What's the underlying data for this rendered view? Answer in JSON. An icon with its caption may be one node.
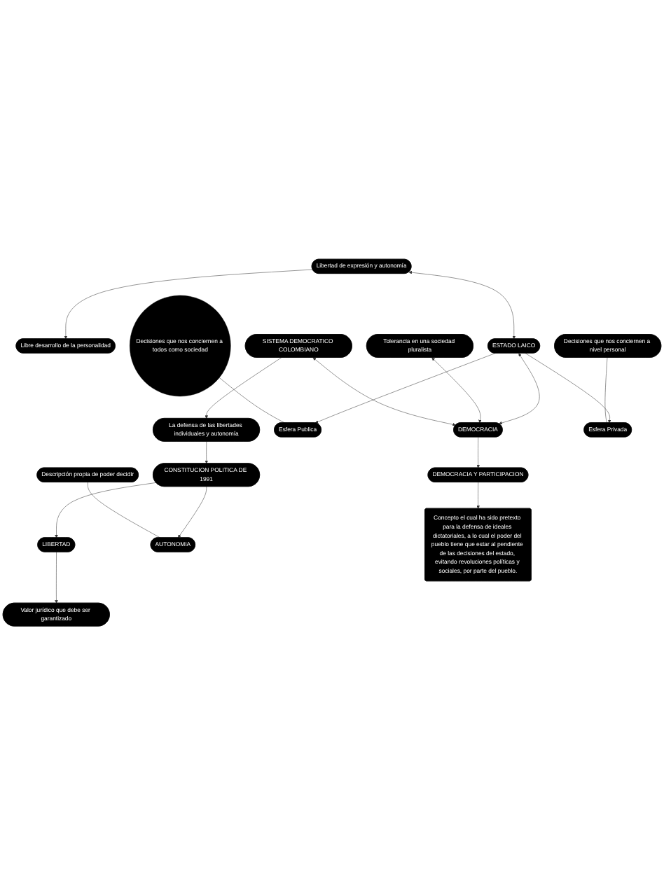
{
  "diagram": {
    "nodes": [
      {
        "text": [
          "CONSTITUCION POLITICA DE 1991"
        ]
      },
      {
        "text": [
          "La defensa de las libertades individuales y autonomía"
        ]
      },
      {
        "text": [
          "Libre desarrollo de la personalidad"
        ]
      },
      {
        "text": [
          "LIBERTAD"
        ]
      },
      {
        "text": [
          "AUTONOMIA"
        ]
      },
      {
        "text": [
          "Descripción propia de poder decidir"
        ]
      },
      {
        "text": [
          "Libertad de expresión y autonomía"
        ]
      },
      {
        "text": [
          "Valor jurídico que debe ser garantizado"
        ]
      },
      {
        "text": [
          "Tolerancia en una sociedad pluralista"
        ]
      },
      {
        "text": [
          "ESTADO LAICO"
        ]
      },
      {
        "text": [
          "SISTEMA DEMOCRATICO COLOMBIANO"
        ]
      },
      {
        "text": [
          "Esfera Publica"
        ]
      },
      {
        "text": [
          "DEMOCRACIA"
        ]
      },
      {
        "text": [
          "Decisiones que nos conciernen a todos como sociedad"
        ]
      },
      {
        "text": [
          "Esfera Privada"
        ]
      },
      {
        "text": [
          "DEMOCRACIA Y PARTICIPACION"
        ]
      },
      {
        "text": [
          "Decisiones que nos conciernen a nivel personal"
        ]
      },
      {
        "text": [
          "Concepto el cual ha sido pretexto para la defensa de ideales dictatoriales, a lo cual el poder del pueblo tiene que estar al pendiente de las decisiones del estado, evitando revoluciones políticas y sociales, por parte del pueblo."
        ]
      }
    ],
    "edges": [
      {
        "from": 1,
        "to": 0,
        "arrow": "to"
      },
      {
        "from": 0,
        "to": 3,
        "arrow": "to"
      },
      {
        "from": 0,
        "to": 4,
        "arrow": "to"
      },
      {
        "from": 4,
        "to": 5,
        "arrow": "none"
      },
      {
        "from": 3,
        "to": 7,
        "arrow": "to"
      },
      {
        "from": 6,
        "to": 2,
        "arrow": "to"
      },
      {
        "from": 9,
        "to": 6,
        "arrow": "both"
      },
      {
        "from": 12,
        "to": 9,
        "arrow": "both"
      },
      {
        "from": 12,
        "to": 8,
        "arrow": "both"
      },
      {
        "from": 12,
        "to": 10,
        "arrow": "both"
      },
      {
        "from": 10,
        "to": 1,
        "arrow": "to"
      },
      {
        "from": 9,
        "to": 11,
        "arrow": "to"
      },
      {
        "from": 11,
        "to": 13,
        "arrow": "none"
      },
      {
        "from": 9,
        "to": 14,
        "arrow": "to"
      },
      {
        "from": 14,
        "to": 16,
        "arrow": "none"
      },
      {
        "from": 12,
        "to": 15,
        "arrow": "to"
      },
      {
        "from": 15,
        "to": 17,
        "arrow": "to"
      }
    ]
  }
}
